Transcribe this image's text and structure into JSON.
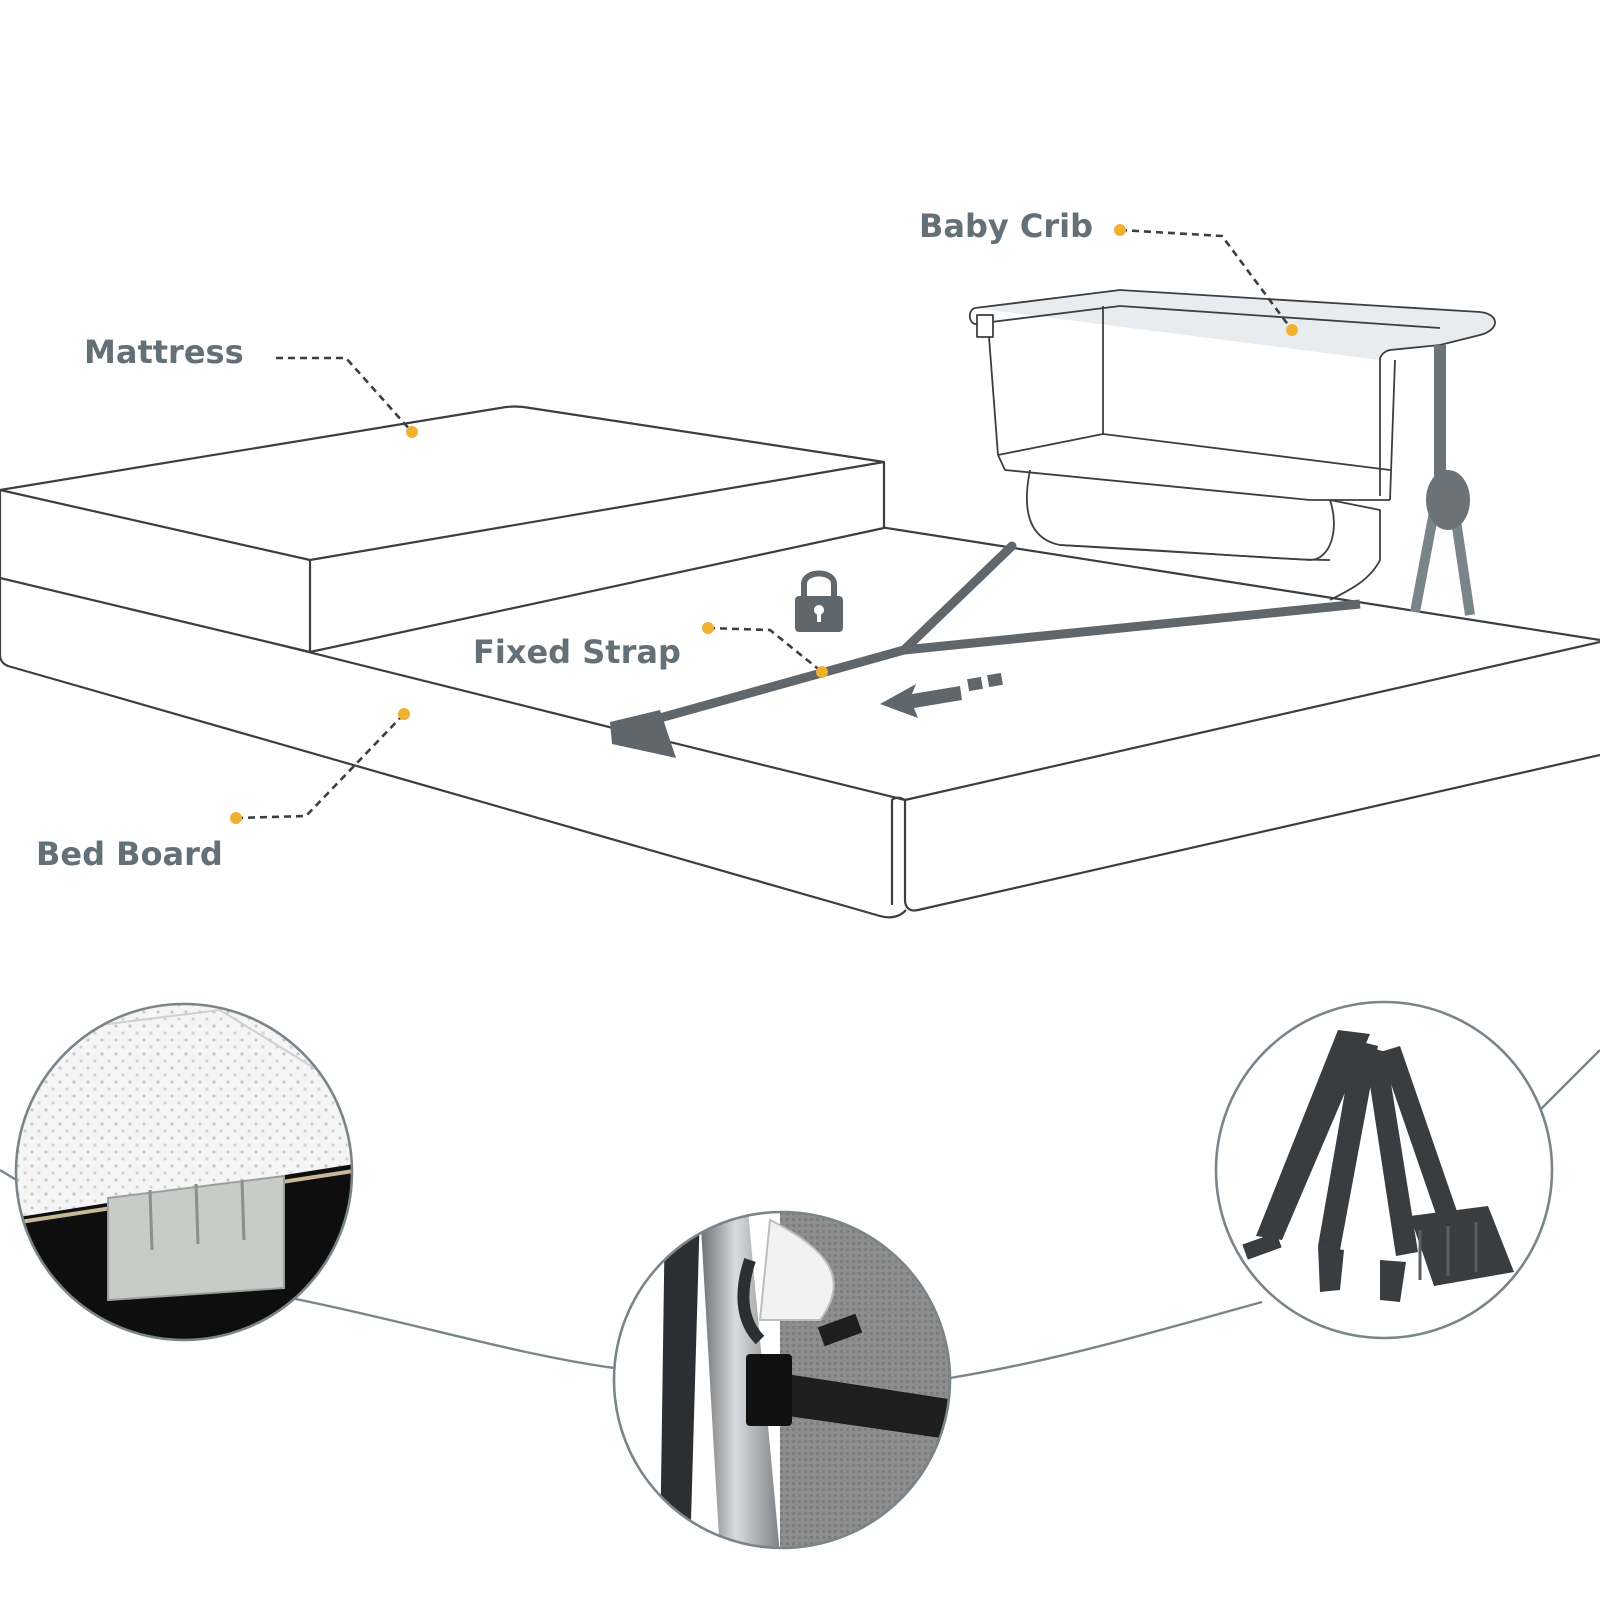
{
  "labels": {
    "baby_crib": "Baby Crib",
    "mattress": "Mattress",
    "fixed_strap": "Fixed Strap",
    "bed_board": "Bed Board"
  },
  "icons": {
    "lock": "lock-icon",
    "arrow": "arrow-left-icon"
  },
  "colors": {
    "label_text": "#637077",
    "line": "#3b3f42",
    "dot": "#f0b030",
    "strap": "#5f676d",
    "connector": "#7a858a"
  }
}
